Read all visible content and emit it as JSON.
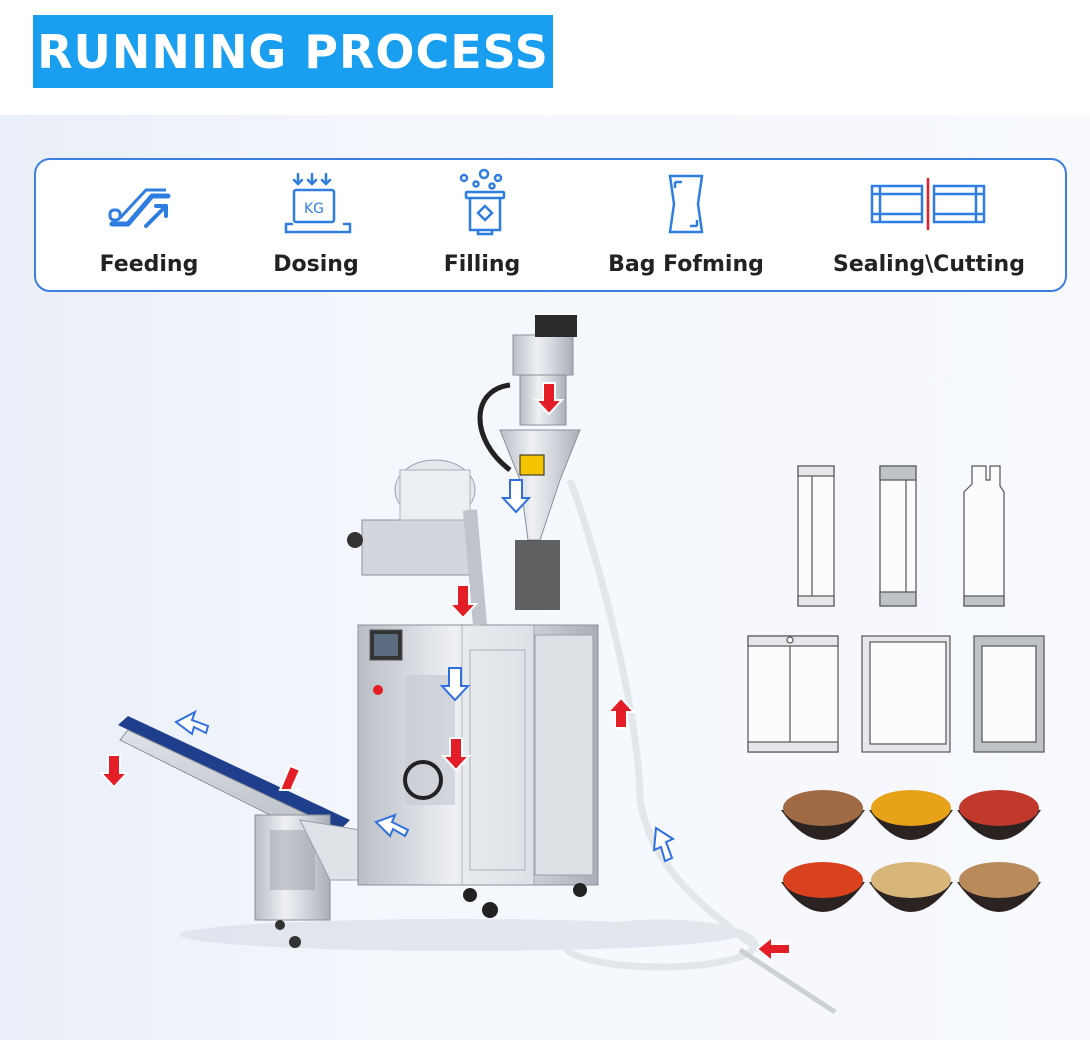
{
  "header": {
    "title": "RUNNING PROCESS"
  },
  "process_steps": [
    {
      "label": "Feeding",
      "icon": "escalator-icon"
    },
    {
      "label": "Dosing",
      "icon": "kg-scale-icon"
    },
    {
      "label": "Filling",
      "icon": "filling-jar-icon"
    },
    {
      "label": "Bag Fofming",
      "icon": "bag-icon"
    },
    {
      "label": "Sealing\\Cutting",
      "icon": "sealing-cutting-icon"
    }
  ],
  "colors": {
    "banner": "#1a9ff0",
    "border": "#3d7fe0",
    "icon": "#2f7de1",
    "arrow_red": "#e41e26",
    "arrow_blue": "#2f6fe0",
    "conveyor": "#1f3f8c"
  },
  "icons": {
    "kg_text": "KG"
  },
  "bag_styles": [
    "back-seal-bag",
    "three-side-seal-stick",
    "shaped-stick-pouch",
    "back-seal-sachet",
    "three-side-seal-sachet",
    "four-side-seal-sachet"
  ],
  "powders": [
    "brown-spice",
    "turmeric",
    "paprika",
    "chili",
    "ginger",
    "cumin"
  ]
}
